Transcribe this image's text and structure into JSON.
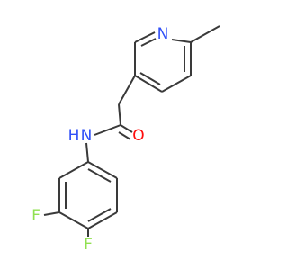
{
  "molecule": {
    "atoms": {
      "nitrogen_pyridine": "N",
      "nitrogen_amide": "N",
      "hydrogen_amide": "H",
      "oxygen": "O",
      "fluorine_meta": "F",
      "fluorine_para": "F"
    },
    "colors": {
      "bond": "#3a3a3a",
      "nitrogen": "#3050f8",
      "oxygen": "#ff0d0d",
      "fluorine": "#90e050"
    }
  }
}
